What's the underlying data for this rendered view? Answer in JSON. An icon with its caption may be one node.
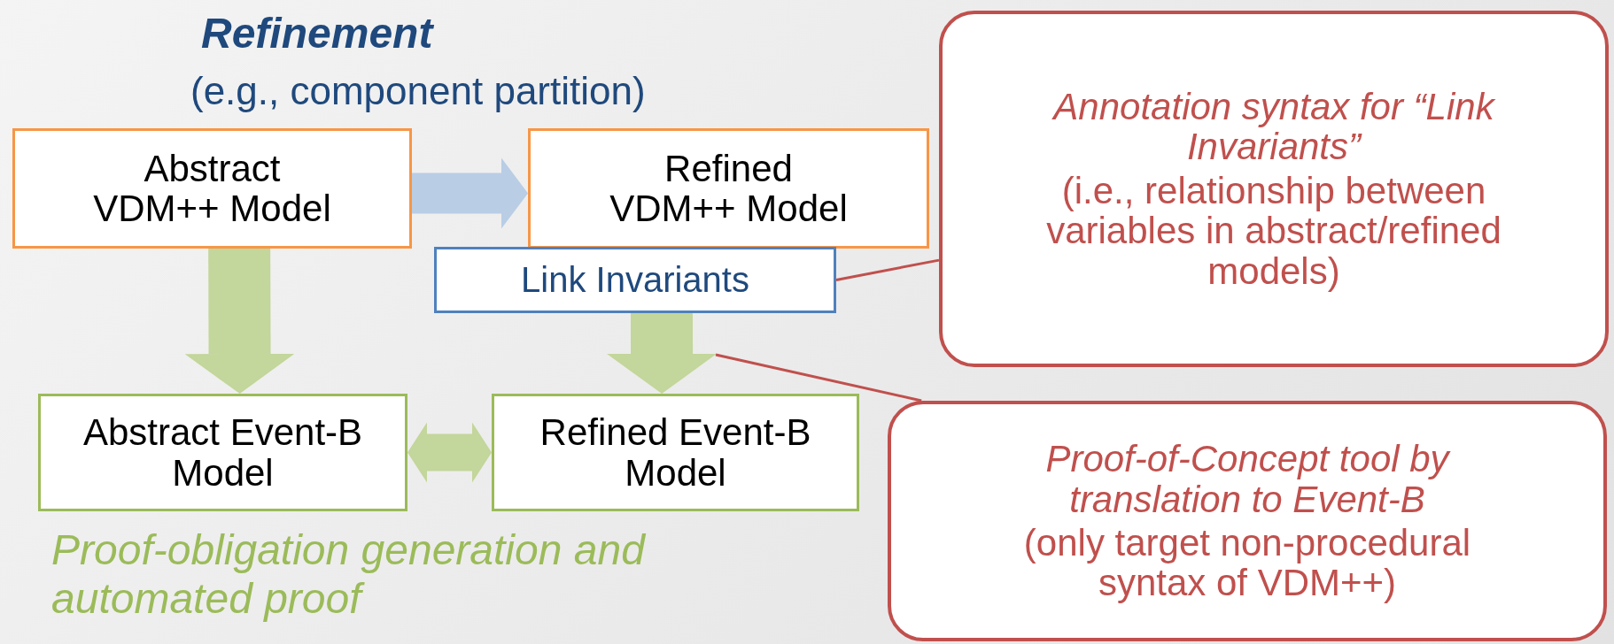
{
  "diagram": {
    "nodes": [
      {
        "text": [
          "Abstract VDM++ Model"
        ]
      },
      {
        "text": [
          "Refined VDM++ Model"
        ]
      },
      {
        "text": [
          "Link Invariants"
        ]
      },
      {
        "text": [
          "Abstract Event-B Model"
        ]
      },
      {
        "text": [
          "Refined Event-B Model"
        ]
      },
      {
        "text": [
          "Annotation syntax for “Link Invariants”",
          "(i.e., relationship between variables in abstract/refined models)"
        ]
      },
      {
        "text": [
          "Proof-of-Concept tool by translation to Event-B",
          "(only target non-procedural syntax of VDM++)"
        ]
      }
    ],
    "edges": [
      {
        "from": 0,
        "to": 1,
        "arrow": "to",
        "color": "#b9cde5"
      },
      {
        "from": 0,
        "to": 3,
        "arrow": "to"
      },
      {
        "from": 2,
        "to": 4,
        "arrow": "to"
      },
      {
        "from": 3,
        "to": 4,
        "arrow": "both"
      },
      {
        "from": 5,
        "to": 2,
        "arrow": "none",
        "color": "#c0504d"
      },
      {
        "from": 6,
        "to": null,
        "arrow": "none",
        "color": "#c0504d"
      }
    ],
    "labels": [
      "Refinement",
      "(e.g., component partition)",
      "Proof-obligation generation and automated proof"
    ]
  }
}
